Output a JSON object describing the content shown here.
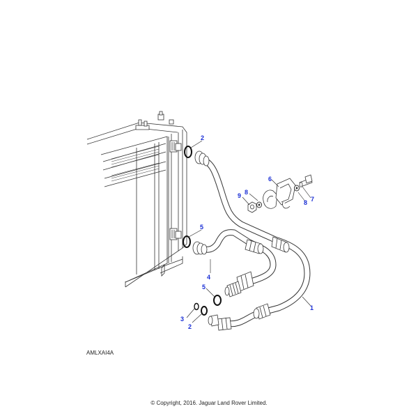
{
  "diagram": {
    "reference_code": "AMLXAI4A",
    "copyright": "© Copyright, 2016. Jaguar Land Rover Limited.",
    "callout_color": "#1a2fd6",
    "line_color": "#222222",
    "callouts": {
      "c1": "1",
      "c2a": "2",
      "c2b": "2",
      "c3": "3",
      "c4": "4",
      "c5a": "5",
      "c5b": "5",
      "c6": "6",
      "c7": "7",
      "c8a": "8",
      "c8b": "8",
      "c9": "9"
    }
  }
}
